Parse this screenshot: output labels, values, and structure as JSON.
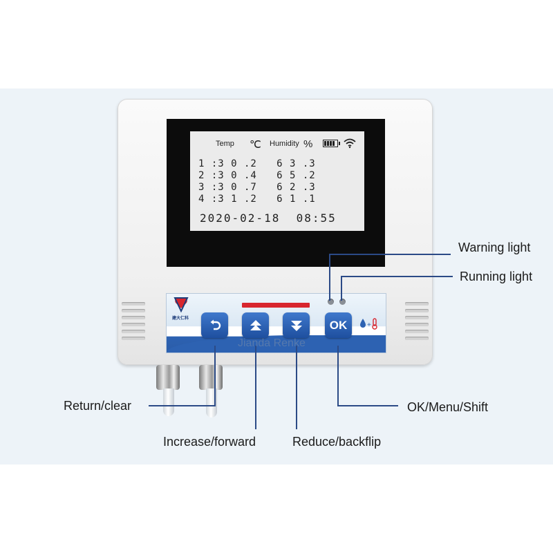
{
  "screen": {
    "header": {
      "temp": "Temp",
      "temp_unit": "℃",
      "humidity": "Humidity",
      "humidity_unit": "%"
    },
    "rows": [
      "1 :3 0 .2   6 3 .3",
      "2 :3 0 .4   6 5 .2",
      "3 :3 0 .7   6 2 .3",
      "4 :3 1 .2   6 1 .1"
    ],
    "datetime": "2020-02-18  08:55",
    "icons": [
      "battery-icon",
      "wifi-icon"
    ]
  },
  "device": {
    "brand": "Jianda Renke",
    "logo_text": "建大仁科",
    "buttons": {
      "ok": "OK"
    },
    "button_icons": [
      "return-arrow-icon",
      "up-arrow-icon",
      "down-arrow-icon"
    ]
  },
  "callouts": {
    "warning_light": "Warning light",
    "running_light": "Running light",
    "return_clear": "Return/clear",
    "increase_forward": "Increase/forward",
    "reduce_backflip": "Reduce/backflip",
    "ok_menu_shift": "OK/Menu/Shift"
  },
  "colors": {
    "button_blue": "#2d62b2",
    "callout_line": "#2b4a86",
    "indicator_red": "#d8262e",
    "band": "#edf3f8"
  }
}
